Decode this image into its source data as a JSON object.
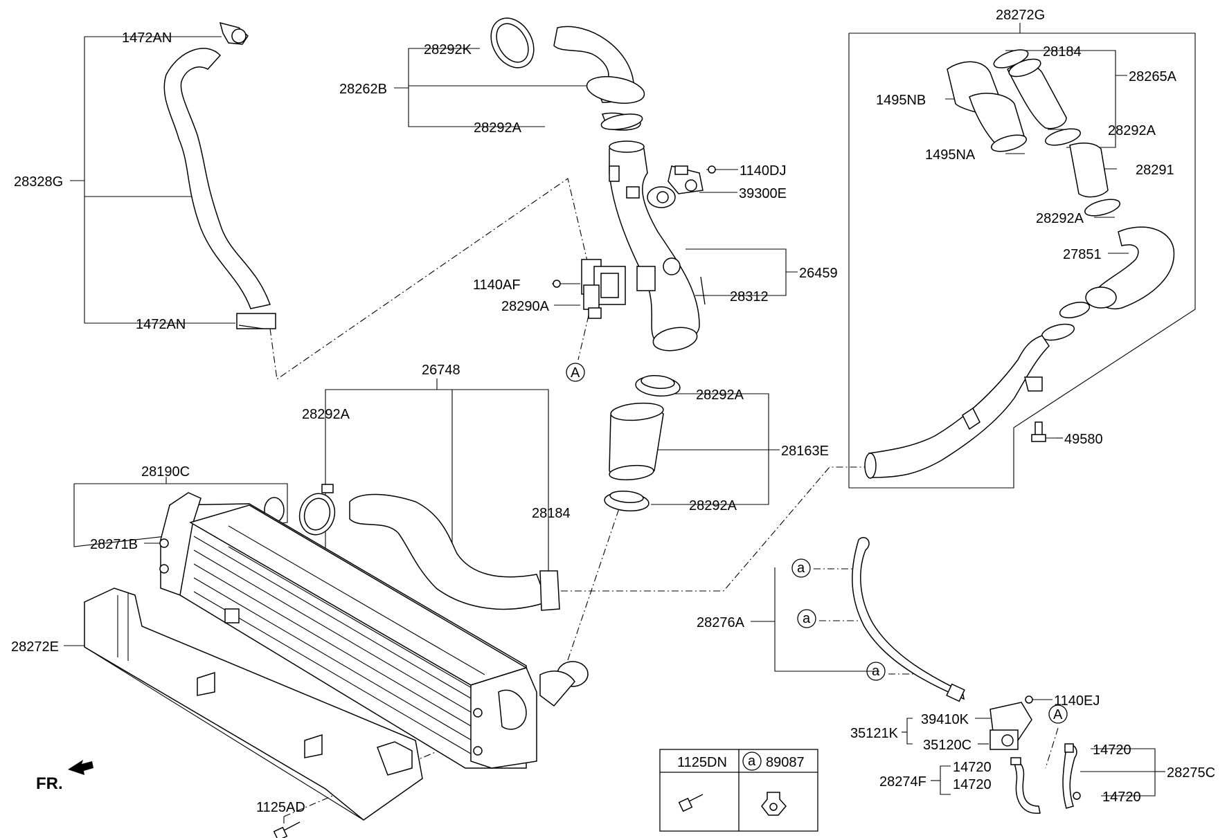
{
  "labels": {
    "l_28272G": "28272G",
    "l_1472AN_top": "1472AN",
    "l_28292K": "28292K",
    "l_28262B": "28262B",
    "l_28292A_upper": "28292A",
    "l_28328G": "28328G",
    "l_1140DJ": "1140DJ",
    "l_39300E": "39300E",
    "l_26459": "26459",
    "l_1140AF": "1140AF",
    "l_28290A": "28290A",
    "l_28312": "28312",
    "l_1472AN_bottom": "1472AN",
    "l_28184_right": "28184",
    "l_28265A": "28265A",
    "l_1495NB": "1495NB",
    "l_28292A_right1": "28292A",
    "l_1495NA": "1495NA",
    "l_28291": "28291",
    "l_28292A_right2": "28292A",
    "l_27851": "27851",
    "l_49580": "49580",
    "l_26748": "26748",
    "l_28292A_left": "28292A",
    "l_28292A_mid1": "28292A",
    "l_28163E": "28163E",
    "l_28292A_mid2": "28292A",
    "l_28190C": "28190C",
    "l_28271B": "28271B",
    "l_28184_mid": "28184",
    "l_28272E": "28272E",
    "l_28276A": "28276A",
    "l_1140EJ": "1140EJ",
    "l_39410K": "39410K",
    "l_35121K": "35121K",
    "l_35120C": "35120C",
    "l_14720_a": "14720",
    "l_14720_b": "14720",
    "l_14720_c": "14720",
    "l_14720_d": "14720",
    "l_28274F": "28274F",
    "l_28275C": "28275C",
    "l_1125AD": "1125AD",
    "l_FR": "FR.",
    "ref_A": "A",
    "ref_a": "a"
  },
  "legend": {
    "col1_header": "1125DN",
    "col2_circle": "a",
    "col2_header": "89087"
  }
}
